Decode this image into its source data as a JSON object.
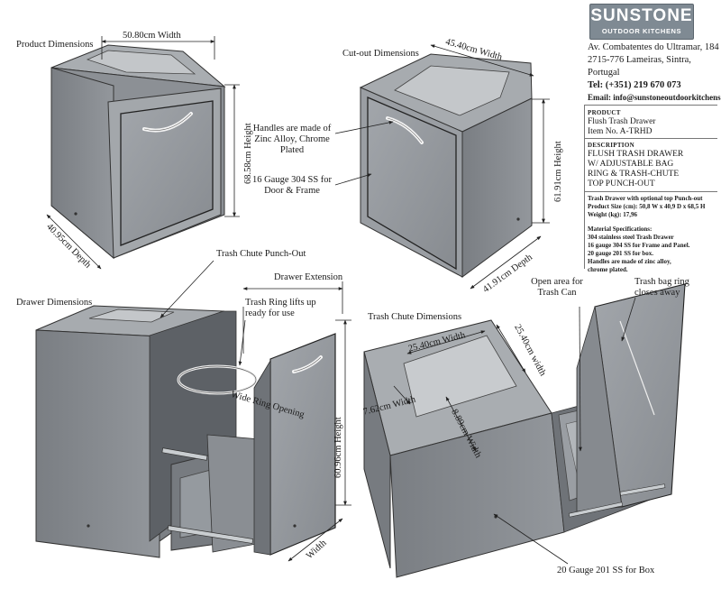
{
  "brand": {
    "name": "SUNSTONE",
    "tagline": "OUTDOOR KITCHENS",
    "address_1": "Av. Combatentes do Ultramar, 184",
    "address_2": "2715-776 Lameiras, Sintra,",
    "address_3": "Portugal",
    "phone": "Tel: (+351) 219 670 073",
    "email": "Email: info@sunstoneoutdoorkitchens."
  },
  "product": {
    "heading": "PRODUCT",
    "name": "Flush Trash Drawer",
    "item": "Item No. A-TRHD"
  },
  "description": {
    "heading": "DESCRIPTION",
    "lines": [
      "FLUSH TRASH DRAWER",
      "W/ ADJUSTABLE BAG",
      "RING & TRASH-CHUTE",
      "TOP PUNCH-OUT"
    ]
  },
  "specs": {
    "lines": [
      "Trash Drawer with optional top Punch-out",
      "Product Size (cm): 50,8 W x 40,9 D x 68,5 H",
      "Weight (kg): 17,96"
    ]
  },
  "materials": {
    "lines": [
      "Material Specifications:",
      "304 stainless steel Trash Drawer",
      " 16 gauge 304 SS for Frame and Panel.",
      "20 gauge 201 SS for box.",
      "Handles are made of zinc alloy,",
      "chrome plated."
    ]
  },
  "views": {
    "product": {
      "title": "Product Dimensions",
      "width": "50.80cm Width",
      "height": "68.58cm Height",
      "depth": "40.95cm Depth"
    },
    "cutout": {
      "title": "Cut-out Dimensions",
      "width": "45.40cm Width",
      "height": "61.91cm Height",
      "depth": "41.91cm  Depth",
      "note_handles": "Handles are made of Zinc Alloy, Chrome Plated",
      "note_gauge": "16 Gauge 304 SS for Door & Frame"
    },
    "drawer": {
      "title": "Drawer Dimensions",
      "punchout": "Trash Chute Punch-Out",
      "extension": "Drawer Extension",
      "ring": "Trash Ring lifts up ready for use",
      "ring_opening": "Wide Ring Opening",
      "height": "60.96cm  Height",
      "width": "Width"
    },
    "chute": {
      "title": "Trash Chute Dimensions",
      "open_area": "Open area for Trash Can",
      "bag_ring": "Trash bag ring closes away",
      "w1": "25.40cm Width",
      "w2": "25.40cm width",
      "w3": "7.62cm Width",
      "w4": "8.89cm Width",
      "gauge": "20 Gauge 201 SS for Box"
    }
  },
  "colors": {
    "body": "#8d9196",
    "body_dark": "#6e7277",
    "top": "#a7abaf",
    "door": "#9a9ea3",
    "line": "#2b2b2b",
    "logo": "#7f8a93"
  }
}
